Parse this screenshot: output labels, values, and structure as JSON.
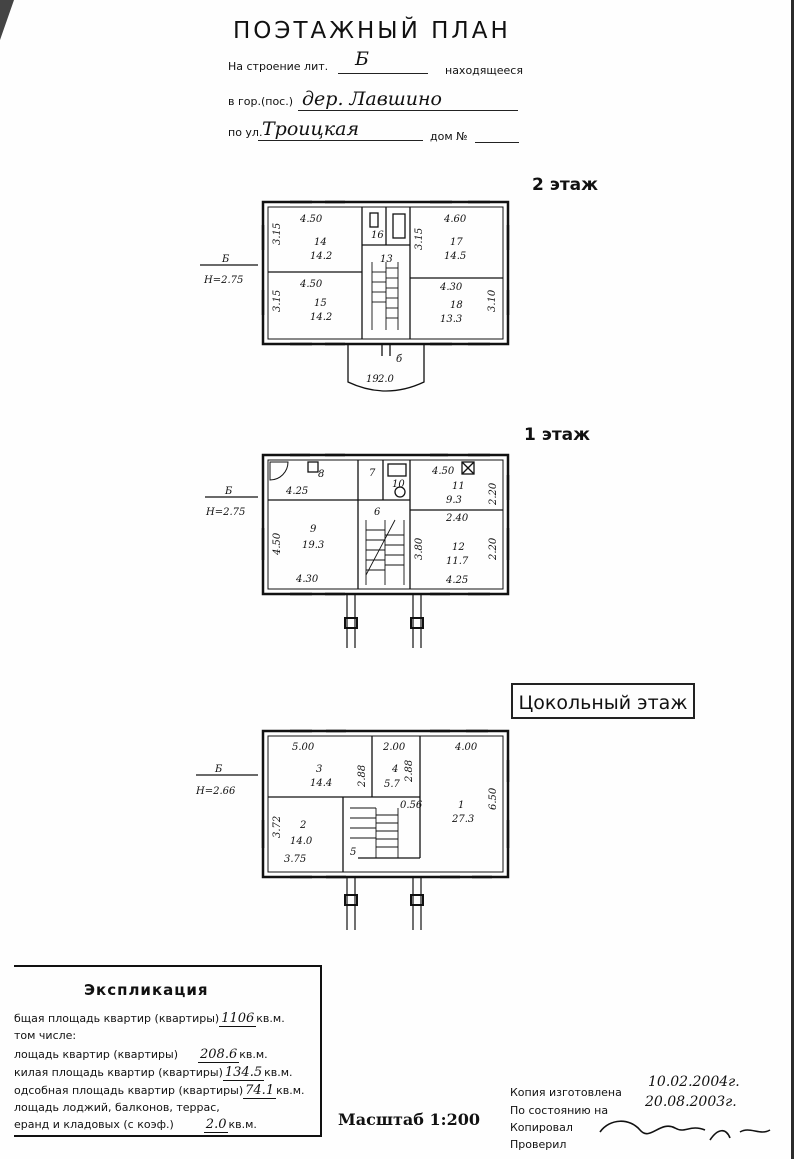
{
  "title": "ПОЭТАЖНЫЙ ПЛАН",
  "header": {
    "building_prefix": "На строение лит.",
    "building_letter": "Б",
    "building_suffix": "находящееся",
    "locality_prefix": "в гор.(пос.)",
    "locality_value": "дер. Лавшино",
    "street_prefix": "по ул.",
    "street_value": "Троицкая",
    "house_prefix": "дом №"
  },
  "floors": {
    "second": {
      "label": "2 этаж",
      "marker_letter": "Б",
      "marker_height": "Н=2.75",
      "rooms": [
        {
          "number": "14",
          "area": "14.2",
          "width": "4.50",
          "depth": "3.15"
        },
        {
          "number": "15",
          "area": "14.2",
          "width": "4.50",
          "depth": "3.15"
        },
        {
          "number": "16",
          "area": ""
        },
        {
          "number": "13",
          "area": ""
        },
        {
          "number": "17",
          "area": "14.5",
          "width": "4.60",
          "depth": "3.15"
        },
        {
          "number": "18",
          "area": "13.3",
          "width": "4.30",
          "depth": "3.10"
        }
      ],
      "balcony": {
        "number": "19",
        "area": "2.0",
        "letter": "б"
      }
    },
    "first": {
      "label": "1 этаж",
      "marker_letter": "Б",
      "marker_height": "Н=2.75",
      "rooms": [
        {
          "number": "8",
          "width": "4.25"
        },
        {
          "number": "7"
        },
        {
          "number": "10"
        },
        {
          "number": "11",
          "area": "9.3",
          "width": "4.50",
          "depth": "2.20"
        },
        {
          "number": "9",
          "area": "19.3",
          "width": "4.30",
          "depth": "4.50"
        },
        {
          "number": "6"
        },
        {
          "number": "12",
          "area": "11.7",
          "width": "4.25",
          "depth": "2.20"
        }
      ],
      "dims": [
        "2.40",
        "3.80"
      ]
    },
    "basement": {
      "label": "Цокольный этаж",
      "marker_letter": "Б",
      "marker_height": "Н=2.66",
      "rooms": [
        {
          "number": "3",
          "area": "14.4",
          "width": "5.00",
          "depth": "2.88"
        },
        {
          "number": "4",
          "area": "5.7",
          "width": "2.00",
          "depth": "2.88"
        },
        {
          "number": "1",
          "area": "27.3",
          "width": "4.00",
          "depth": "6.50"
        },
        {
          "number": "2",
          "area": "14.0",
          "width": "3.75",
          "depth": "3.72"
        },
        {
          "number": "5"
        }
      ],
      "dims": [
        "0.56"
      ]
    }
  },
  "explication": {
    "title": "Экспликация",
    "rows": [
      {
        "label": "бщая площадь квартир (квартиры)",
        "value": "1106",
        "unit": "кв.м."
      },
      {
        "label": "том числе:",
        "value": "",
        "unit": ""
      },
      {
        "label": "лощадь квартир (квартиры)",
        "value": "208.6",
        "unit": "кв.м."
      },
      {
        "label": "килая площадь квартир (квартиры)",
        "value": "134.5",
        "unit": "кв.м."
      },
      {
        "label": "одсобная площадь квартир (квартиры)",
        "value": "74.1",
        "unit": "кв.м."
      },
      {
        "label": "лощадь лоджий, балконов, террас,",
        "value": "",
        "unit": ""
      },
      {
        "label": "еранд и кладовых (с коэф.)",
        "value": "2.0",
        "unit": "кв.м."
      }
    ]
  },
  "scale": "Масштаб 1:200",
  "copy_info": {
    "made_label": "Копия изготовлена",
    "made_date": "10.02.2004г.",
    "state_label": "По состоянию на",
    "state_date": "20.08.2003г.",
    "copied_label": "Копировал",
    "checked_label": "Проверил"
  }
}
